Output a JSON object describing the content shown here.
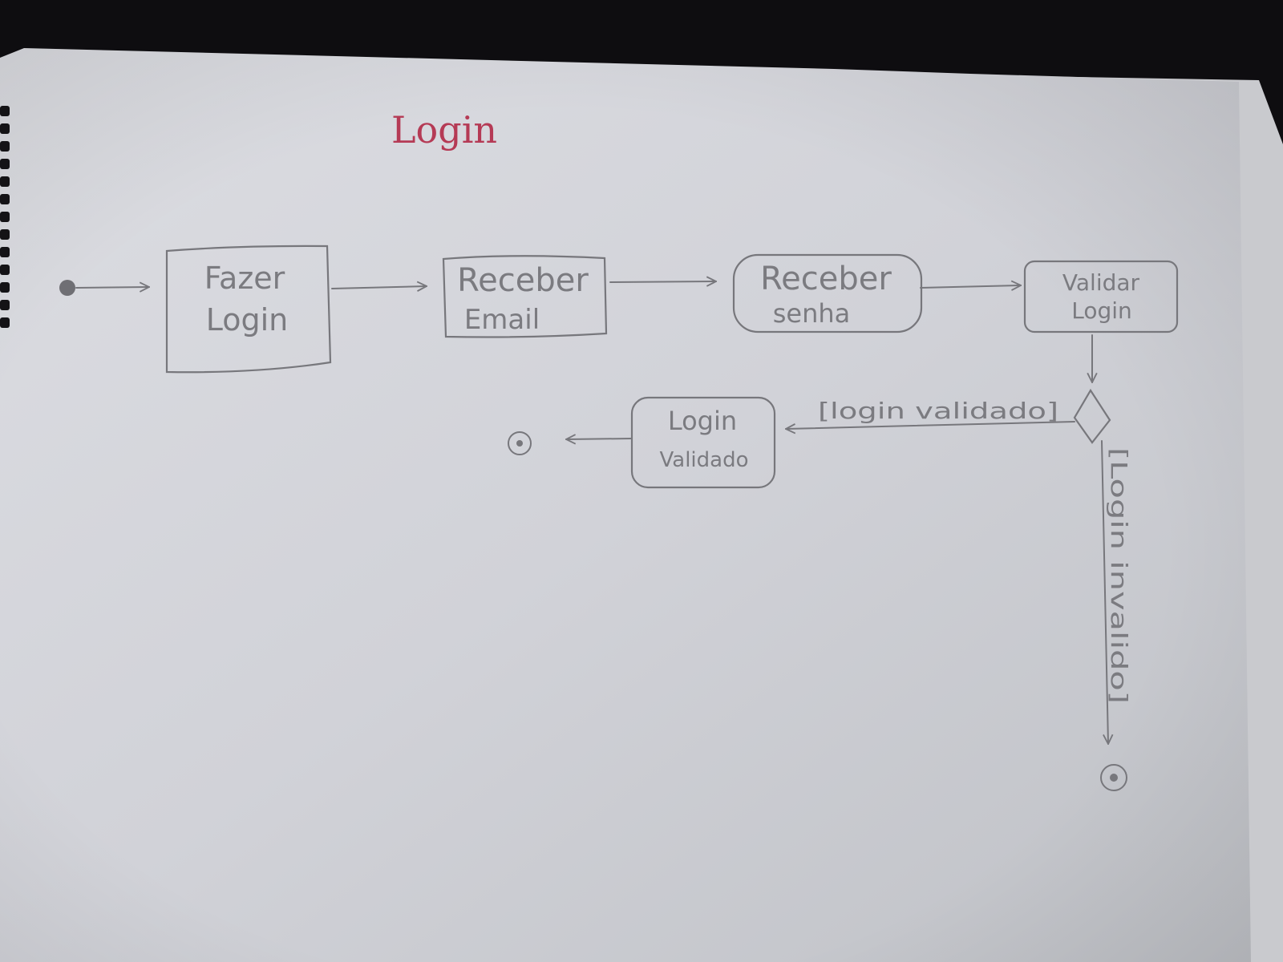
{
  "diagram": {
    "title": "Login",
    "nodes": [
      {
        "id": "fazer-login",
        "lines": [
          "Fazer",
          "Login"
        ]
      },
      {
        "id": "receber-email",
        "lines": [
          "Receber",
          "Email"
        ]
      },
      {
        "id": "receber-senha",
        "lines": [
          "Receber",
          "senha"
        ]
      },
      {
        "id": "validar-login",
        "lines": [
          "Validar",
          "Login"
        ]
      },
      {
        "id": "login-validado",
        "lines": [
          "Login",
          "Validado"
        ]
      }
    ],
    "guards": {
      "valid": "[login validado]",
      "invalid": "[Login invalido]"
    }
  },
  "colors": {
    "paper": "#d3d4da",
    "pencil": "#77777c",
    "title_ink": "#b53a55",
    "backdrop": "#0e0d10"
  }
}
